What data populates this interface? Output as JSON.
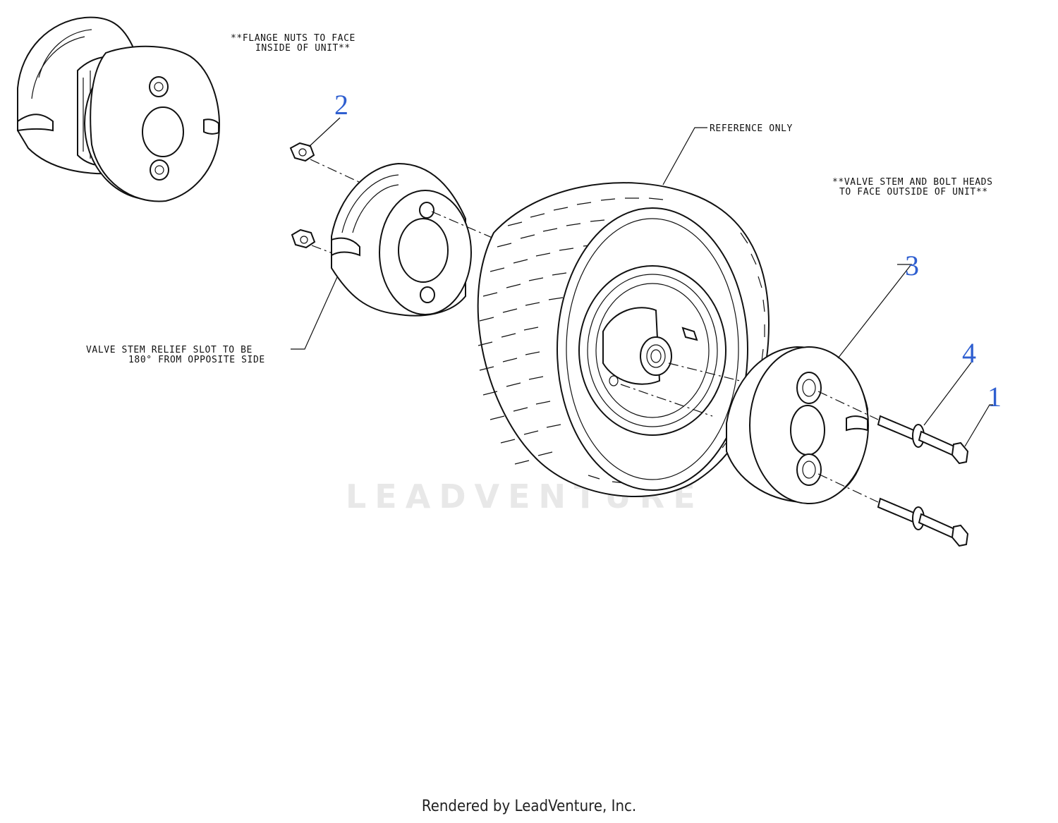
{
  "notes": {
    "flange_line1": "**FLANGE NUTS TO FACE",
    "flange_line2": "INSIDE OF UNIT**",
    "reference": "REFERENCE ONLY",
    "valve_line1": "**VALVE STEM AND BOLT HEADS",
    "valve_line2": "TO FACE OUTSIDE OF UNIT**",
    "slot_line1": "VALVE STEM RELIEF SLOT TO BE",
    "slot_line2": "180° FROM OPPOSITE SIDE"
  },
  "callouts": {
    "c1": "1",
    "c2": "2",
    "c3": "3",
    "c4": "4"
  },
  "watermark": "LEADVENTURE",
  "footer": "Rendered by LeadVenture, Inc.",
  "colors": {
    "callout": "#2f5fd0",
    "line": "#111111",
    "watermark": "#e8e8e8"
  }
}
